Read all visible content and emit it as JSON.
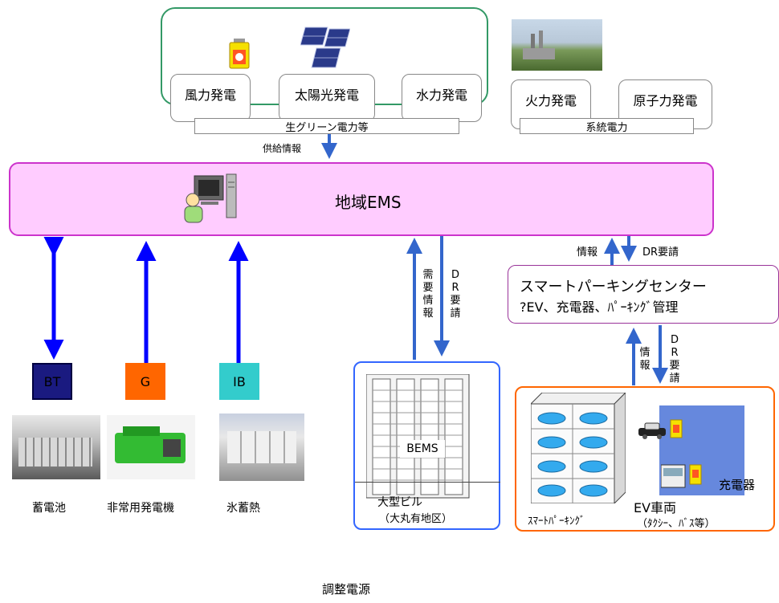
{
  "renewables": {
    "sources": [
      "風力発電",
      "太陽光発電",
      "水力発電"
    ],
    "band_label": "生グリーン電力等",
    "link_label": "供給情報"
  },
  "grid": {
    "sources": [
      "火力発電",
      "原子力発電"
    ],
    "band_label": "系統電力"
  },
  "ems": {
    "label": "地域EMS"
  },
  "smart_center": {
    "line1": "スマートパーキングセンター",
    "line2": "?EV、充電器、ﾊﾟｰｷﾝｸﾞ管理",
    "up_label": "情報",
    "down_label": "DR要請"
  },
  "adjusters": {
    "title": "調整電源",
    "items": [
      {
        "code": "BT",
        "name": "蓄電池",
        "color": "#1a1a80"
      },
      {
        "code": "G",
        "name": "非常用発電機",
        "color": "#ff6600"
      },
      {
        "code": "IB",
        "name": "氷蓄熱",
        "color": "#33cccc"
      }
    ]
  },
  "building": {
    "label": "BEMS",
    "caption_line1": "大型ビル",
    "caption_line2": "（大丸有地区）",
    "up_label": "需要情報",
    "down_label": "DR要請"
  },
  "parking": {
    "up_label": "情報",
    "down_label": "DR要請",
    "tower_label": "ｽﾏｰﾄﾊﾟｰｷﾝｸﾞ",
    "charger_label": "充電器",
    "ev_line1": "EV車両",
    "ev_line2": "（ﾀｸｼｰ、ﾊﾞｽ等）"
  },
  "colors": {
    "arrow_blue": "#0000ff",
    "arrow_mid": "#3366cc",
    "ems_fill": "#ffccff",
    "ems_border": "#cc33cc",
    "green_border": "#339966",
    "building_border": "#3366ff",
    "parking_border": "#ff6600",
    "center_border": "#993399"
  }
}
